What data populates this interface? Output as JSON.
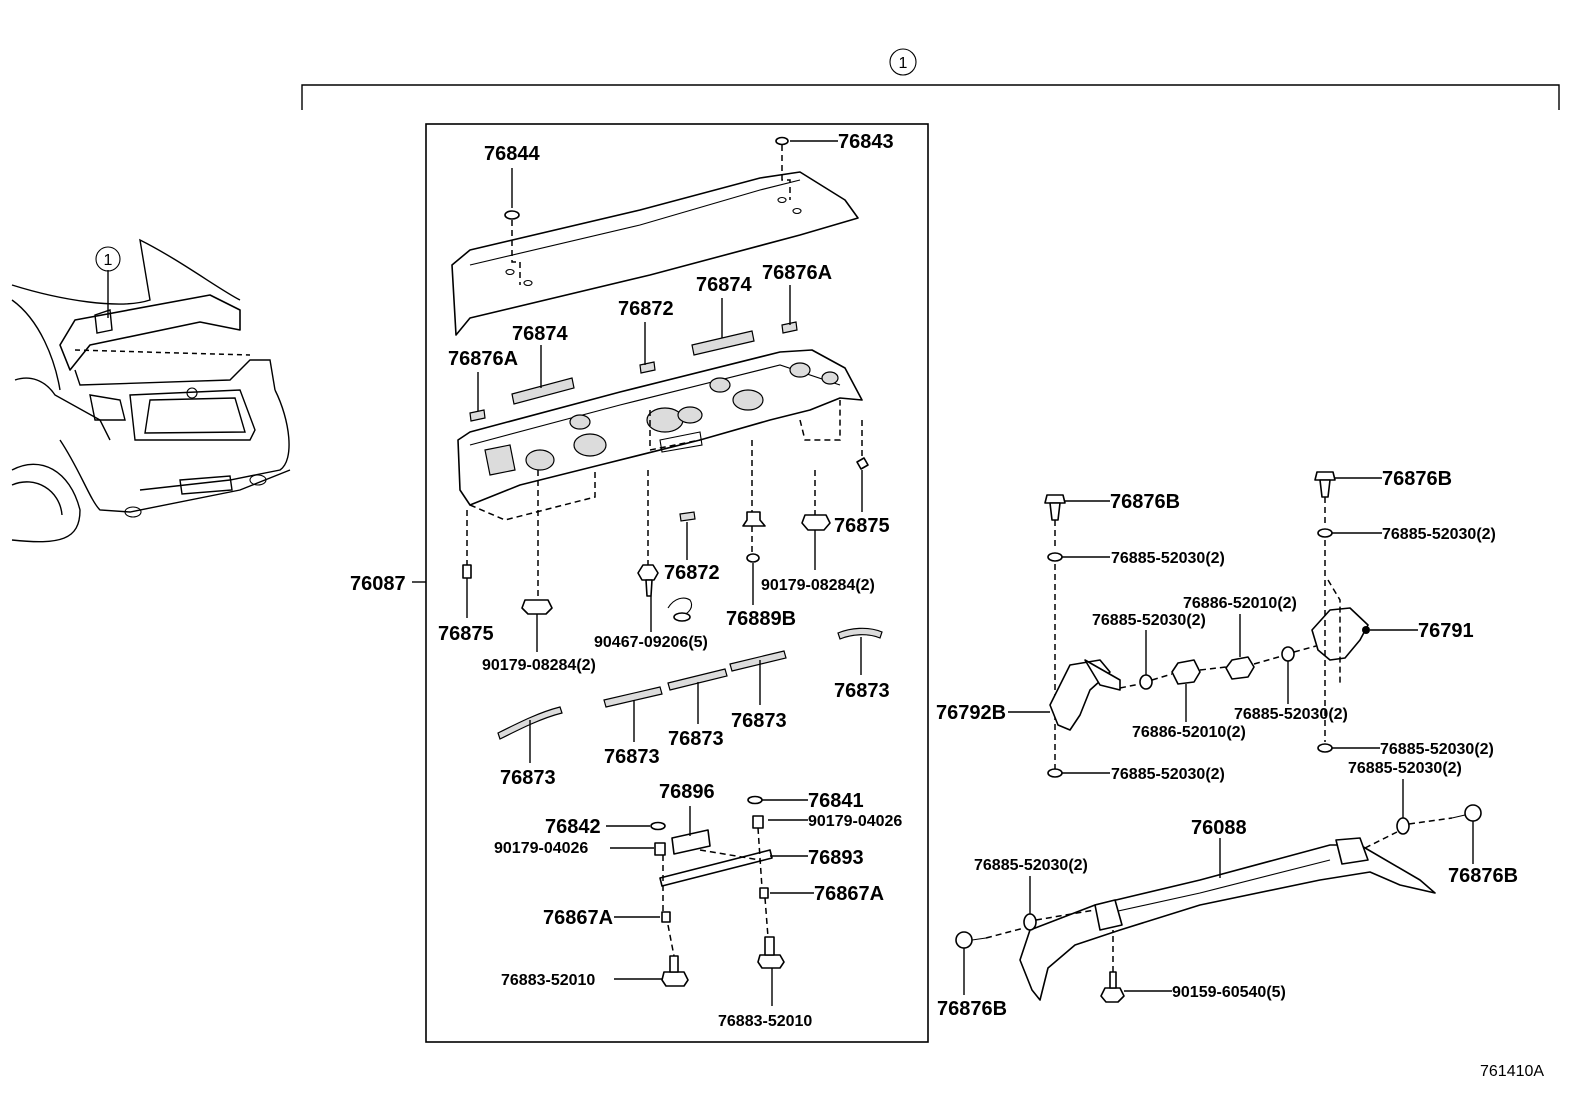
{
  "assembly_marker": "1",
  "diagram_code": "761410A",
  "labels": {
    "p76844": "76844",
    "p76843": "76843",
    "p76874a": "76874",
    "p76876a_r": "76876A",
    "p76872a": "76872",
    "p76874b": "76874",
    "p76876a_l": "76876A",
    "p76875_r": "76875",
    "p76872b": "76872",
    "p90179_08284_r": "90179-08284(2)",
    "p76889b": "76889B",
    "p90467": "90467-09206(5)",
    "p76087": "76087",
    "p76875_l": "76875",
    "p90179_08284_l": "90179-08284(2)",
    "p76873_a": "76873",
    "p76873_b": "76873",
    "p76873_c": "76873",
    "p76873_d": "76873",
    "p76873_e": "76873",
    "p76896": "76896",
    "p76841": "76841",
    "p76842": "76842",
    "p90179_04026_r": "90179-04026",
    "p90179_04026_l": "90179-04026",
    "p76893": "76893",
    "p76867a_r": "76867A",
    "p76867a_l": "76867A",
    "p76883_l": "76883-52010",
    "p76883_r": "76883-52010",
    "p76876b_1": "76876B",
    "p76885_1": "76885-52030(2)",
    "p76886_a": "76886-52010(2)",
    "p76885_2": "76885-52030(2)",
    "p76792b": "76792B",
    "p76886_b": "76886-52010(2)",
    "p76885_3": "76885-52030(2)",
    "p76876b_2": "76876B",
    "p76885_4": "76885-52030(2)",
    "p76791": "76791",
    "p76885_5": "76885-52030(2)",
    "p76885_6": "76885-52030(2)",
    "p76885_7": "76885-52030(2)",
    "p76088": "76088",
    "p76885_8": "76885-52030(2)",
    "p76876b_3": "76876B",
    "p76876b_4": "76876B",
    "p90159": "90159-60540(5)"
  }
}
